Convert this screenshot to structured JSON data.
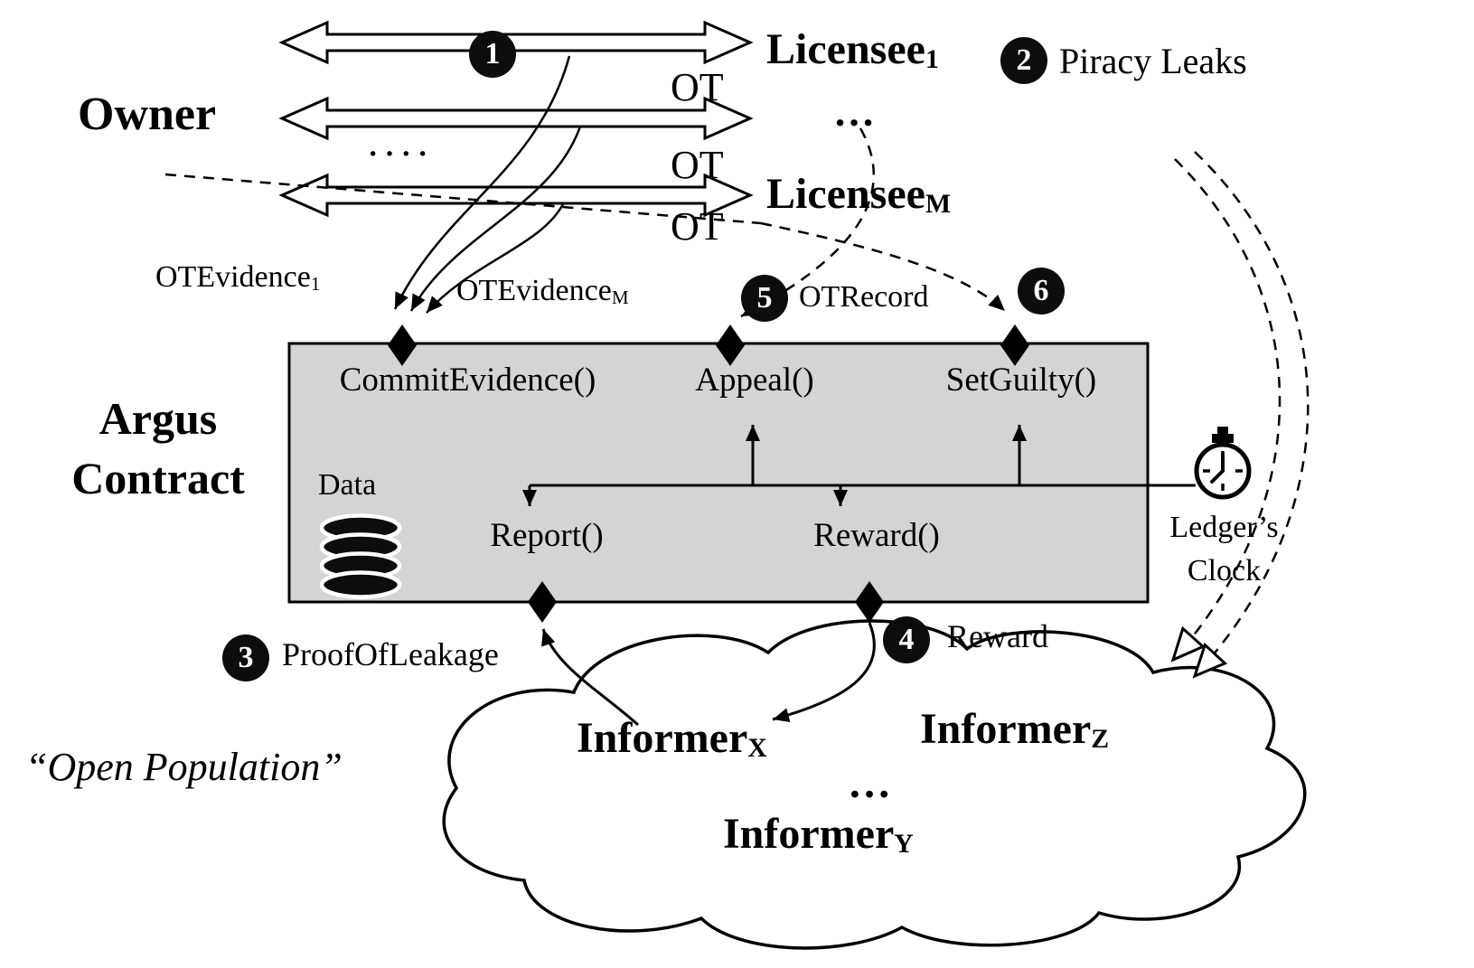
{
  "palette": {
    "box_fill": "#d4d4d4",
    "badge_bg": "#0d0d0d",
    "badge_fg": "#ffffff",
    "line": "#000000"
  },
  "icons": {
    "data_store": "database-icon",
    "ledger_clock": "stopwatch-icon"
  },
  "actors": {
    "owner": "Owner",
    "licensee1": {
      "base": "Licensee",
      "sub": "1"
    },
    "licenseeM": {
      "base": "Licensee",
      "sub": "M"
    },
    "licensee_dots": "…",
    "channel_dots": "····"
  },
  "channels": {
    "ot": "OT"
  },
  "steps": {
    "s1": {
      "num": "1"
    },
    "s2": {
      "num": "2",
      "label": "Piracy Leaks"
    },
    "s3": {
      "num": "3",
      "label": "ProofOfLeakage"
    },
    "s4": {
      "num": "4",
      "label": "Reward"
    },
    "s5": {
      "num": "5",
      "label": "OTRecord"
    },
    "s6": {
      "num": "6"
    }
  },
  "evidence": {
    "e1": {
      "base": "OTEvidence",
      "sub": "1"
    },
    "eM": {
      "base": "OTEvidence",
      "sub": "M"
    }
  },
  "contract": {
    "title_line1": "Argus",
    "title_line2": "Contract",
    "fn_commit": "CommitEvidence()",
    "fn_appeal": "Appeal()",
    "fn_set_guilty": "SetGuilty()",
    "fn_report": "Report()",
    "fn_reward": "Reward()",
    "data_label": "Data"
  },
  "clock": {
    "line1": "Ledger’s",
    "line2": "Clock"
  },
  "population": {
    "caption": "“Open Population”",
    "informer_x": {
      "base": "Informer",
      "sub": "X"
    },
    "informer_z": {
      "base": "Informer",
      "sub": "Z"
    },
    "informer_y": {
      "base": "Informer",
      "sub": "Y"
    },
    "dots": "…"
  }
}
